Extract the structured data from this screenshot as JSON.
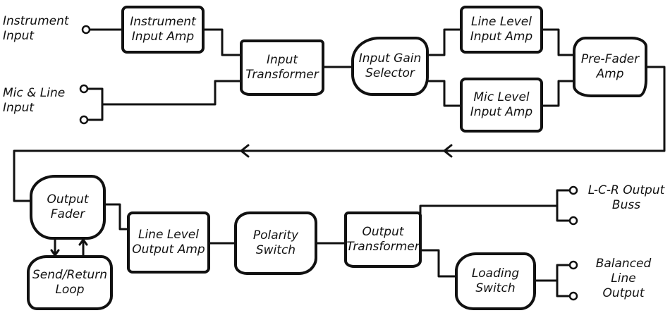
{
  "blocks": {
    "instrument_input_amp": "Instrument\nInput Amp",
    "input_transformer": "Input\nTransformer",
    "input_gain_selector": "Input Gain\nSelector",
    "line_level_input_amp": "Line Level\nInput Amp",
    "mic_level_input_amp": "Mic Level\nInput Amp",
    "pre_fader_amp": "Pre-Fader\nAmp",
    "output_fader": "Output\nFader",
    "send_return_loop": "Send/Return\nLoop",
    "line_level_output_amp": "Line Level\nOutput Amp",
    "polarity_switch": "Polarity\nSwitch",
    "output_transformer": "Output\nTransformer",
    "loading_switch": "Loading\nSwitch"
  },
  "io_labels": {
    "instrument_input": "Instrument\nInput",
    "mic_line_input": "Mic & Line\nInput",
    "lcr_output_buss": "L-C-R Output\nBuss",
    "balanced_line_output": "Balanced\nLine\nOutput"
  }
}
